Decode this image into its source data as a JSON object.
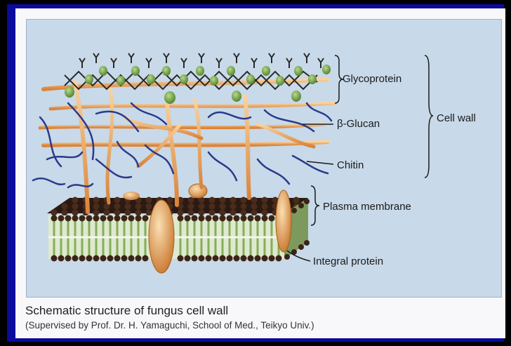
{
  "labels": {
    "glycoprotein": "Glycoprotein",
    "beta_glucan": "β-Glucan",
    "chitin": "Chitin",
    "cell_wall": "Cell wall",
    "plasma_membrane": "Plasma membrane",
    "integral_protein": "Integral protein"
  },
  "caption": {
    "title": "Schematic structure of fungus cell wall",
    "credit": "(Supervised by Prof. Dr. H. Yamaguchi, School of Med., Teikyo Univ.)"
  },
  "colors": {
    "background": "#0a0a9c",
    "panel": "#c8d9e9",
    "glycoprotein": "#7fb04a",
    "glucan": "#2a3a8c",
    "chitin": "#e8a455",
    "lipid_head": "#3a2418",
    "lipid_tail": "#9fc07a"
  }
}
